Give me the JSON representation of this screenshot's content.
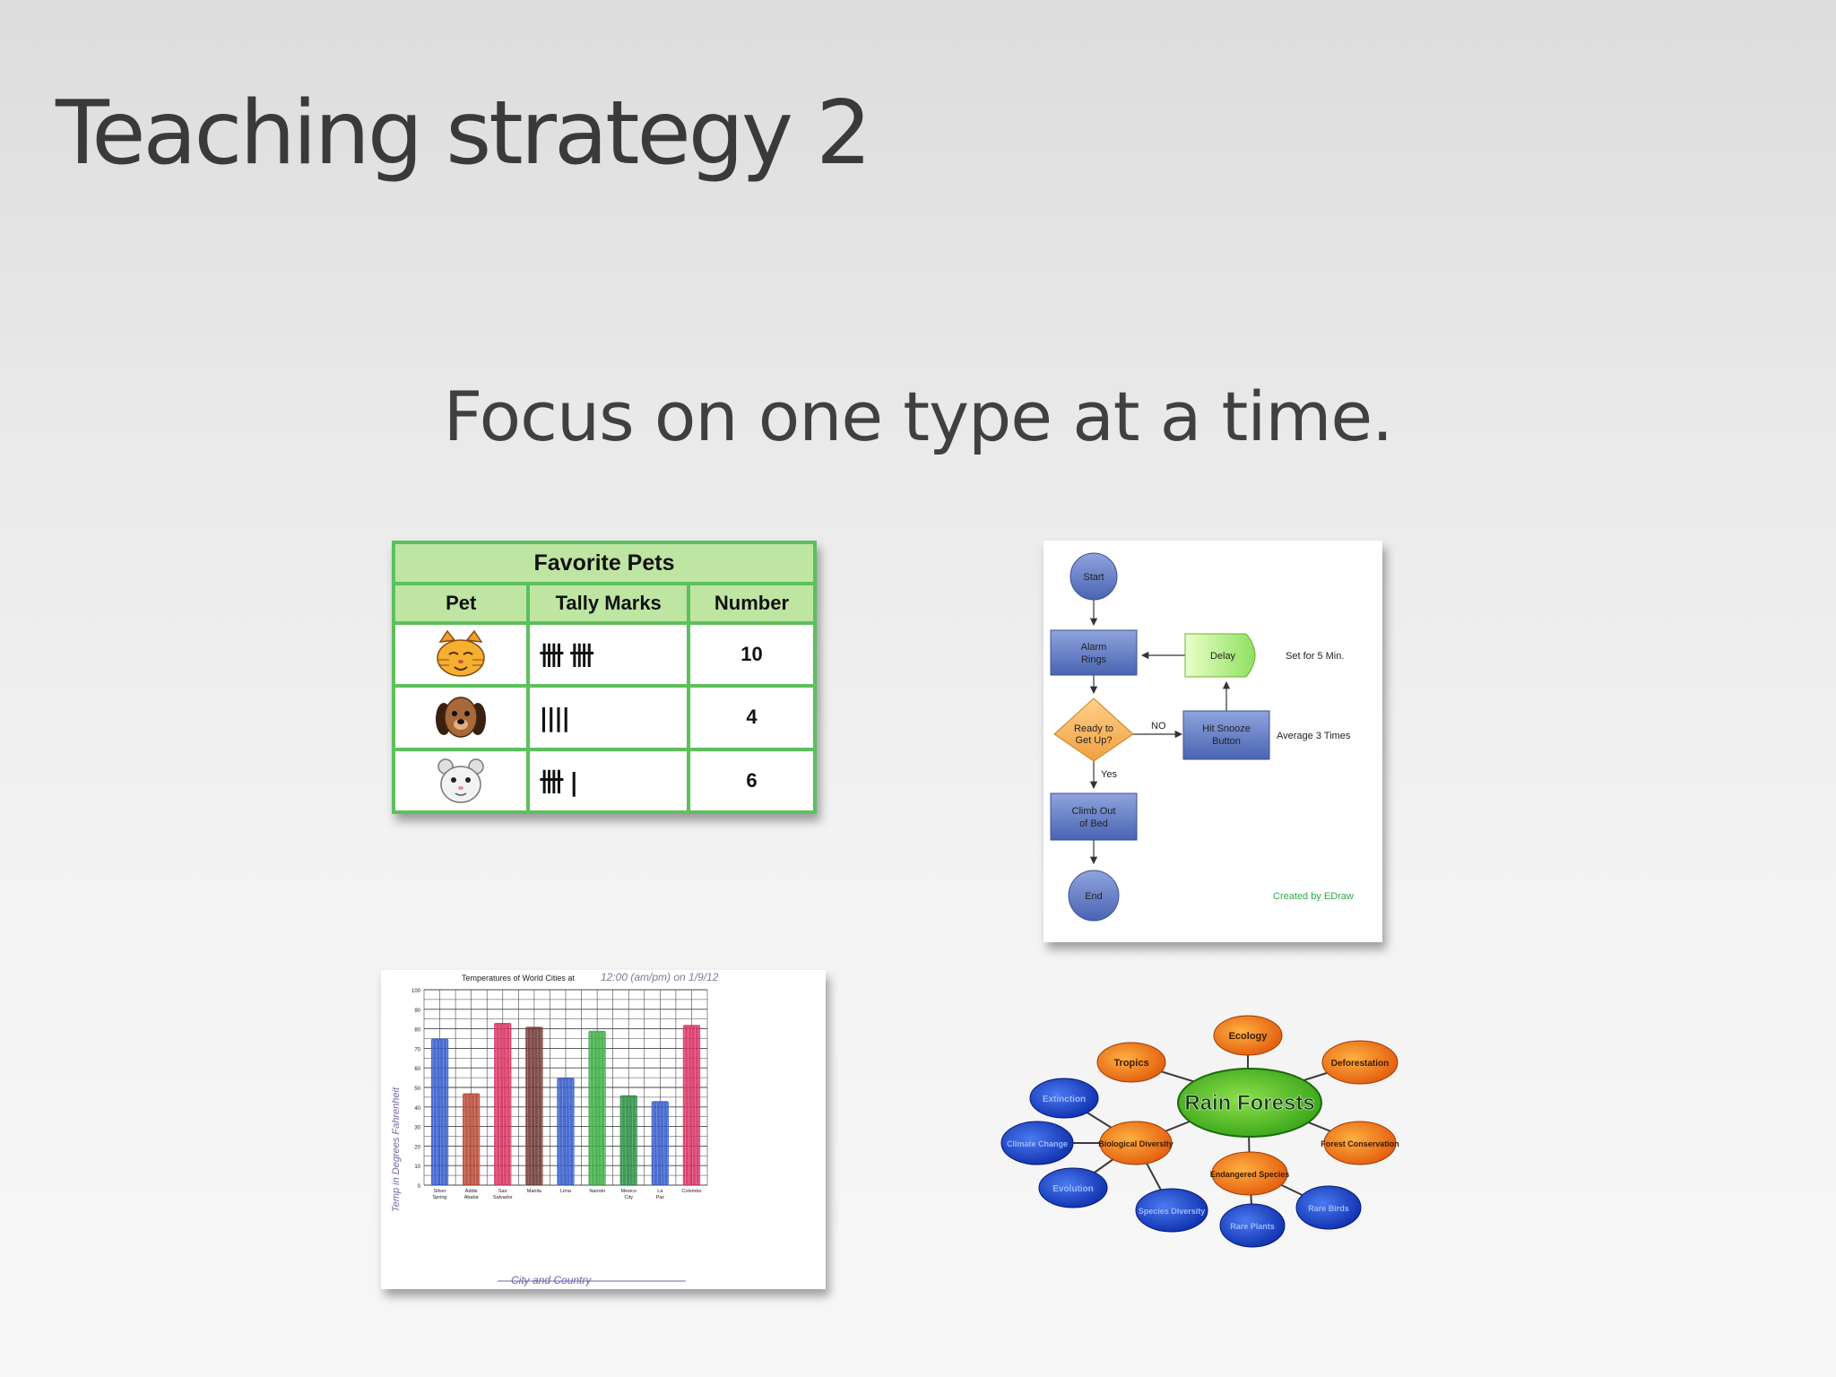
{
  "slide": {
    "title": "Teaching strategy 2",
    "subtitle": "Focus on one type at a time."
  },
  "tally_table": {
    "caption": "Favorite Pets",
    "headers": [
      "Pet",
      "Tally Marks",
      "Number"
    ],
    "rows": [
      {
        "pet_icon": "cat-face-icon",
        "tally": "卌 卌",
        "number": "10"
      },
      {
        "pet_icon": "dog-face-icon",
        "tally": "||||",
        "number": "4"
      },
      {
        "pet_icon": "hamster-face-icon",
        "tally": "卌 |",
        "number": "6"
      }
    ]
  },
  "flowchart": {
    "start": "Start",
    "alarm": [
      "Alarm",
      "Rings"
    ],
    "delay": "Delay",
    "delay_note": "Set for 5 Min.",
    "decision": [
      "Ready to",
      "Get Up?"
    ],
    "no_label": "NO",
    "snooze": [
      "Hit Snooze",
      "Button"
    ],
    "snooze_note": "Average 3 Times",
    "yes_label": "Yes",
    "climb": [
      "Climb Out",
      "of Bed"
    ],
    "end": "End",
    "credit": "Created by EDraw"
  },
  "bar_graph": {
    "title": "Temperatures of World Cities at",
    "title_handwritten": "12:00 (am/pm) on 1/9/12",
    "ylabel": "Temp in Degrees Fahrenheit",
    "xlabel": "City and Country",
    "y_ticks": [
      "0",
      "10",
      "20",
      "30",
      "40",
      "50",
      "60",
      "70",
      "80",
      "90",
      "100"
    ],
    "cities": [
      {
        "name": [
          "Silver",
          "Spring"
        ],
        "value": 75,
        "color": "#2a55c8"
      },
      {
        "name": [
          "Addis",
          "Ababa"
        ],
        "value": 47,
        "color": "#b5402a"
      },
      {
        "name": [
          "San",
          "Salvador"
        ],
        "value": 83,
        "color": "#d6285a"
      },
      {
        "name": [
          "Manila"
        ],
        "value": 81,
        "color": "#6b2f2a"
      },
      {
        "name": [
          "Lima"
        ],
        "value": 55,
        "color": "#2a55c8"
      },
      {
        "name": [
          "Nairobi"
        ],
        "value": 79,
        "color": "#32a83c"
      },
      {
        "name": [
          "Mexico",
          "City"
        ],
        "value": 46,
        "color": "#1f8a3a"
      },
      {
        "name": [
          "La",
          "Paz"
        ],
        "value": 43,
        "color": "#2a55c8"
      },
      {
        "name": [
          "Colombo"
        ],
        "value": 82,
        "color": "#d6285a"
      }
    ]
  },
  "mind_map": {
    "center": "Rain Forests",
    "orange_nodes": [
      "Ecology",
      "Tropics",
      "Deforestation",
      "Biological Diversity",
      "Forest Conservation",
      "Endangered Species"
    ],
    "blue_nodes": [
      "Extinction",
      "Climate Change",
      "Evolution",
      "Species Diversity",
      "Rare Plants",
      "Rare Birds"
    ]
  }
}
